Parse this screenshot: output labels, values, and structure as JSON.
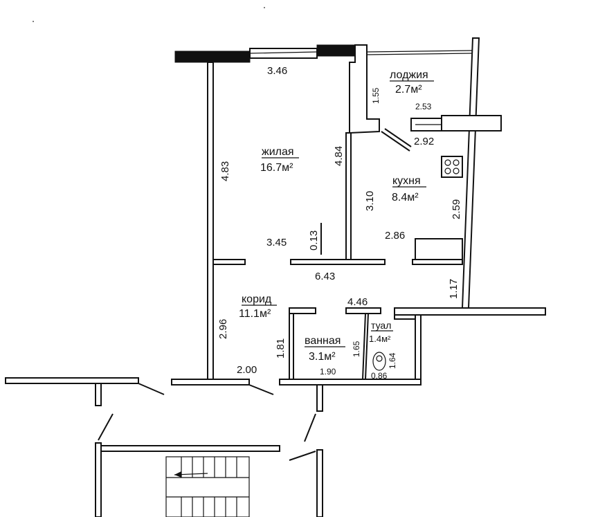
{
  "rooms": {
    "living": {
      "name": "жилая",
      "area": "16.7м²"
    },
    "loggia": {
      "name": "лоджия",
      "area": "2.7м²"
    },
    "kitchen": {
      "name": "кухня",
      "area": "8.4м²"
    },
    "corridor": {
      "name": "корид",
      "area": "11.1м²"
    },
    "bathroom": {
      "name": "ванная",
      "area": "3.1м²"
    },
    "toilet": {
      "name": "туал",
      "area": "1.4м²"
    }
  },
  "dimensions": {
    "living_top": "3.46",
    "living_left": "4.83",
    "living_right": "4.84",
    "living_bottom": "3.45",
    "living_nook": "0.13",
    "loggia_left": "1.55",
    "loggia_width": "2.53",
    "kitchen_top": "2.92",
    "kitchen_left": "3.10",
    "kitchen_right": "2.59",
    "kitchen_bottom": "2.86",
    "kitchen_lower_right": "1.17",
    "corridor_span": "6.43",
    "corridor_left": "2.96",
    "corridor_bottom": "2.00",
    "bath_top": "4.46",
    "bath_left": "1.81",
    "bath_right": "1.65",
    "bath_bottom": "1.90",
    "toilet_right": "1.64",
    "toilet_bottom": "0.86"
  }
}
